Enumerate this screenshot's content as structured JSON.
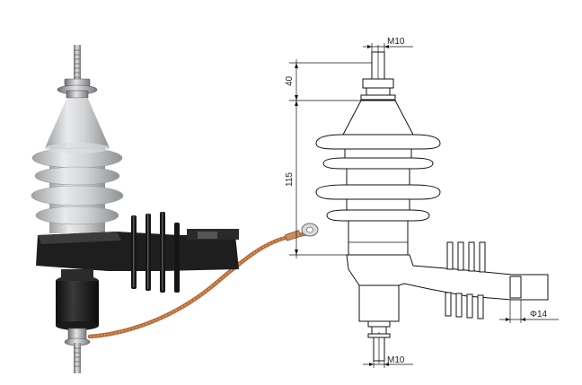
{
  "drawing": {
    "dimensions": {
      "top_thread": "M10",
      "top_height": "40",
      "body_height": "115",
      "bottom_thread": "M10",
      "mount_hole": "Φ14"
    }
  },
  "product_photo": {
    "icon": "surge-arrester-photo",
    "colors": {
      "porcelain": "#c9cccd",
      "bracket": "#1e1e1e",
      "copper_wire": "#b86b3a",
      "metal": "#a9aaad"
    }
  }
}
